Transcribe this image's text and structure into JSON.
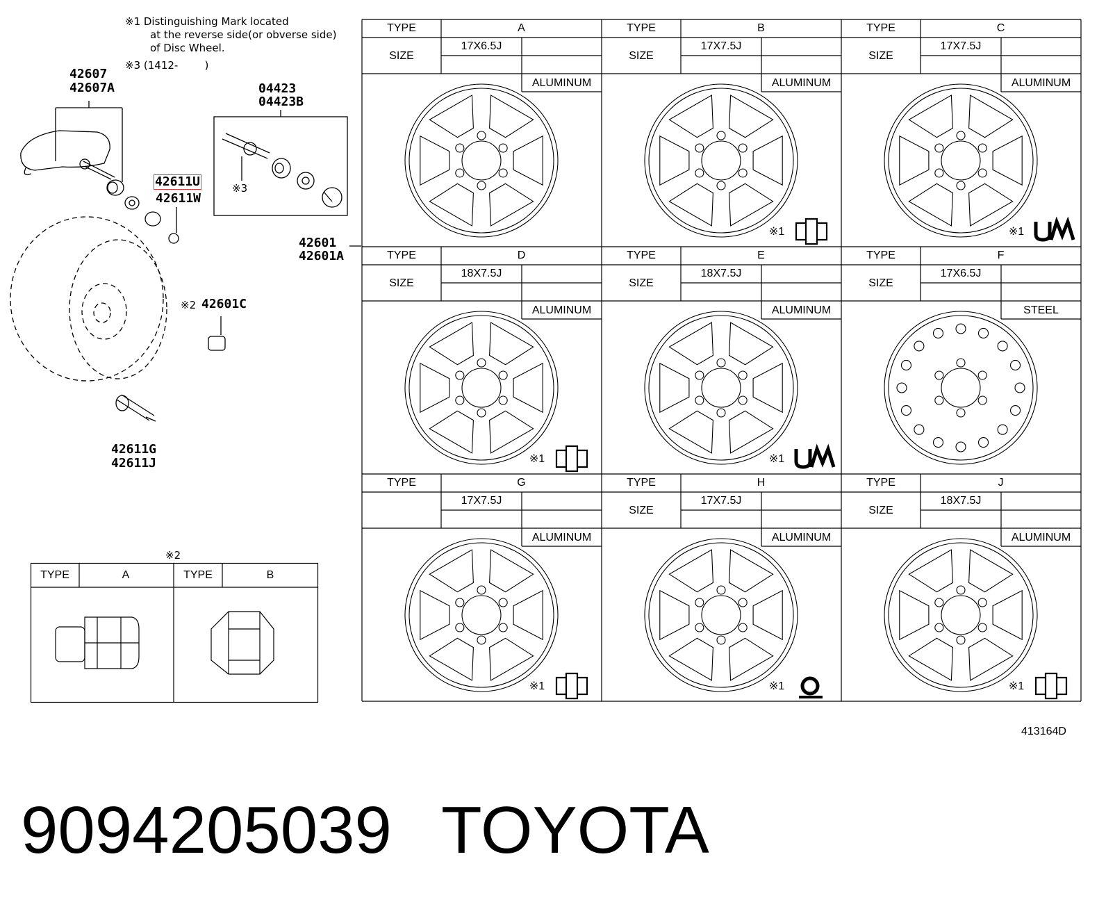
{
  "notes": {
    "mark1_line1": "※1 Distinguishing Mark located",
    "mark1_line2": "at the reverse side(or obverse side)",
    "mark1_line3": "of Disc Wheel.",
    "mark3": "※3 (1412-        )"
  },
  "parts": {
    "sensor_a": "42607",
    "sensor_b": "42607A",
    "valve_kit_a": "04423",
    "valve_kit_b": "04423B",
    "nut_u": "42611U",
    "nut_w": "42611W",
    "mark3_label": "※3",
    "wheel_a": "42601",
    "wheel_b": "42601A",
    "lugnut_mark": "※2",
    "lugnut": "42601C",
    "valve_a": "42611G",
    "valve_b": "42611J"
  },
  "wheel_table": {
    "type_label": "TYPE",
    "size_label": "SIZE",
    "mark_label": "※1",
    "wheels": [
      {
        "type": "A",
        "size": "17X6.5J",
        "material": "ALUMINUM",
        "mark": "none"
      },
      {
        "type": "B",
        "size": "17X7.5J",
        "material": "ALUMINUM",
        "mark": "valve"
      },
      {
        "type": "C",
        "size": "17X7.5J",
        "material": "ALUMINUM",
        "mark": "UM"
      },
      {
        "type": "D",
        "size": "18X7.5J",
        "material": "ALUMINUM",
        "mark": "valve"
      },
      {
        "type": "E",
        "size": "18X7.5J",
        "material": "ALUMINUM",
        "mark": "UM"
      },
      {
        "type": "F",
        "size": "17X6.5J",
        "material": "STEEL",
        "mark": "none"
      },
      {
        "type": "G",
        "size": "17X7.5J",
        "material": "ALUMINUM",
        "mark": "valve"
      },
      {
        "type": "H",
        "size": "17X7.5J",
        "material": "ALUMINUM",
        "mark": "Q"
      },
      {
        "type": "J",
        "size": "18X7.5J",
        "material": "ALUMINUM",
        "mark": "valve"
      }
    ]
  },
  "nut_table": {
    "title": "※2",
    "type_label": "TYPE",
    "type_a": "A",
    "type_b": "B"
  },
  "diagram_id": "413164D",
  "caption": {
    "part_number": "9094205039",
    "brand": "TOYOTA"
  },
  "colors": {
    "highlight": "#d63b3b"
  }
}
